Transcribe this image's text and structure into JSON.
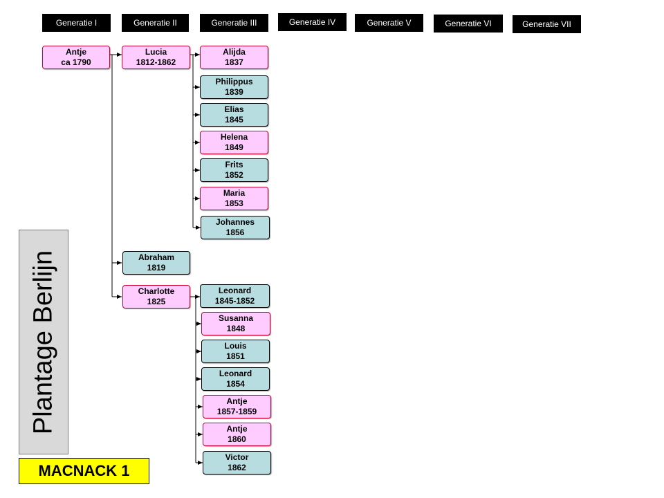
{
  "generations": [
    "Generatie I",
    "Generatie II",
    "Generatie III",
    "Generatie IV",
    "Generatie V",
    "Generatie VI",
    "Generatie VII"
  ],
  "people": {
    "antje_1790": {
      "name": "Antje",
      "years": "ca  1790",
      "sex": "female"
    },
    "lucia": {
      "name": "Lucia",
      "years": "1812-1862",
      "sex": "female"
    },
    "abraham": {
      "name": "Abraham",
      "years": "1819",
      "sex": "male"
    },
    "charlotte": {
      "name": "Charlotte",
      "years": "1825",
      "sex": "female"
    },
    "alijda": {
      "name": "Alijda",
      "years": "1837",
      "sex": "female"
    },
    "philippus": {
      "name": "Philippus",
      "years": "1839",
      "sex": "male"
    },
    "elias": {
      "name": "Elias",
      "years": "1845",
      "sex": "male"
    },
    "helena": {
      "name": "Helena",
      "years": "1849",
      "sex": "female"
    },
    "frits": {
      "name": "Frits",
      "years": "1852",
      "sex": "male"
    },
    "maria": {
      "name": "Maria",
      "years": "1853",
      "sex": "female"
    },
    "johannes": {
      "name": "Johannes",
      "years": "1856",
      "sex": "male"
    },
    "leonard_1845": {
      "name": "Leonard",
      "years": "1845-1852",
      "sex": "male"
    },
    "susanna": {
      "name": "Susanna",
      "years": "1848",
      "sex": "female"
    },
    "louis": {
      "name": "Louis",
      "years": "1851",
      "sex": "male"
    },
    "leonard_1854": {
      "name": "Leonard",
      "years": "1854",
      "sex": "male"
    },
    "antje_1857": {
      "name": "Antje",
      "years": "1857-1859",
      "sex": "female"
    },
    "antje_1860": {
      "name": "Antje",
      "years": "1860",
      "sex": "female"
    },
    "victor": {
      "name": "Victor",
      "years": "1862",
      "sex": "male"
    }
  },
  "relations": [
    {
      "parent": "antje_1790",
      "children": [
        "lucia",
        "abraham",
        "charlotte"
      ]
    },
    {
      "parent": "lucia",
      "children": [
        "alijda",
        "philippus",
        "elias",
        "helena",
        "frits",
        "maria",
        "johannes"
      ]
    },
    {
      "parent": "charlotte",
      "children": [
        "leonard_1845",
        "susanna",
        "louis",
        "leonard_1854",
        "antje_1857",
        "antje_1860",
        "victor"
      ]
    }
  ],
  "side_title": "Plantage Berlijn",
  "footer_label": "MACNACK 1",
  "colors": {
    "female_fill": "#ffccff",
    "female_border": "#cc0033",
    "male_fill": "#b7dde0",
    "header_bg": "#000000",
    "footer_bg": "#ffff00",
    "side_bg": "#d9d9d9"
  }
}
